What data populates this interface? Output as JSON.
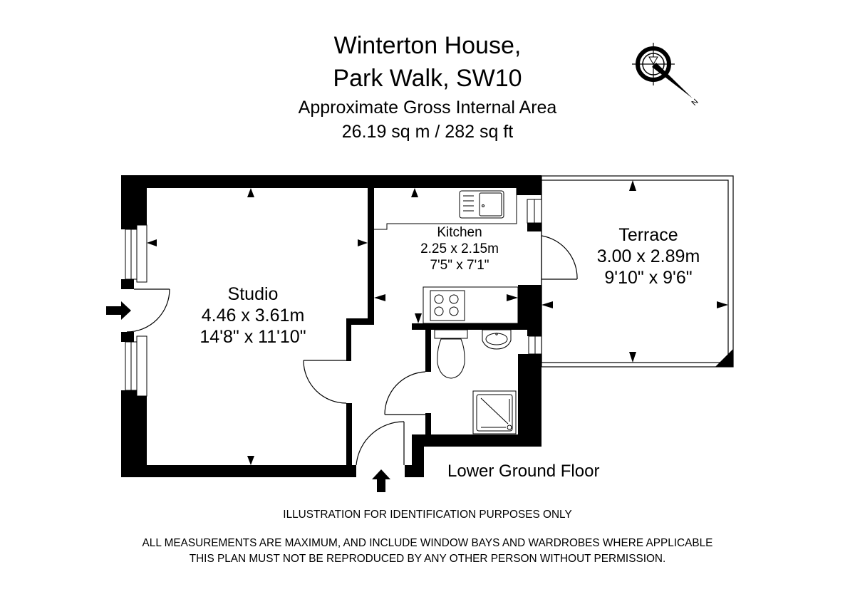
{
  "header": {
    "line1": "Winterton House,",
    "line2": "Park Walk, SW10",
    "area_label": "Approximate Gross Internal Area",
    "area_value": "26.19 sq m  /  282 sq ft"
  },
  "compass": {
    "icon": "compass-rose-icon",
    "letter": "N"
  },
  "rooms": {
    "studio": {
      "name": "Studio",
      "metric": "4.46 x 3.61m",
      "imperial": "14'8\" x 11'10\""
    },
    "kitchen": {
      "name": "Kitchen",
      "metric": "2.25 x 2.15m",
      "imperial": "7'5\" x 7'1\""
    },
    "terrace": {
      "name": "Terrace",
      "metric": "3.00 x 2.89m",
      "imperial": "9'10\" x 9'6\""
    }
  },
  "floor": {
    "label": "Lower Ground Floor"
  },
  "footer": {
    "line1": "ILLUSTRATION FOR IDENTIFICATION PURPOSES ONLY",
    "line2": "ALL MEASUREMENTS ARE MAXIMUM, AND INCLUDE WINDOW BAYS AND WARDROBES WHERE APPLICABLE",
    "line3": "THIS PLAN MUST NOT BE REPRODUCED BY ANY OTHER PERSON WITHOUT PERMISSION."
  },
  "colors": {
    "wall": "#000000",
    "background": "#ffffff"
  }
}
